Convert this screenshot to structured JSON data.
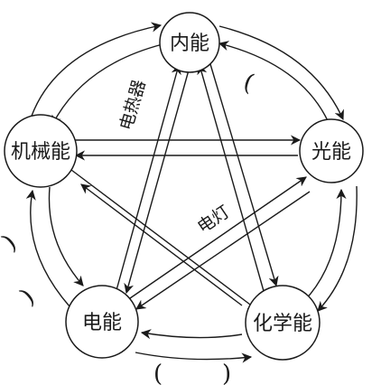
{
  "nodes": [
    {
      "id": "neineng",
      "label": "内能"
    },
    {
      "id": "guangneng",
      "label": "光能"
    },
    {
      "id": "huaxueneng",
      "label": "化学能"
    },
    {
      "id": "dianneng",
      "label": "电能"
    },
    {
      "id": "jixieneng",
      "label": "机械能"
    }
  ],
  "edge_labels": {
    "dianreqi": "电热器",
    "diandeng": "电灯"
  },
  "blank_marks": [
    "(",
    ")",
    ")",
    "(",
    ")",
    ")"
  ]
}
